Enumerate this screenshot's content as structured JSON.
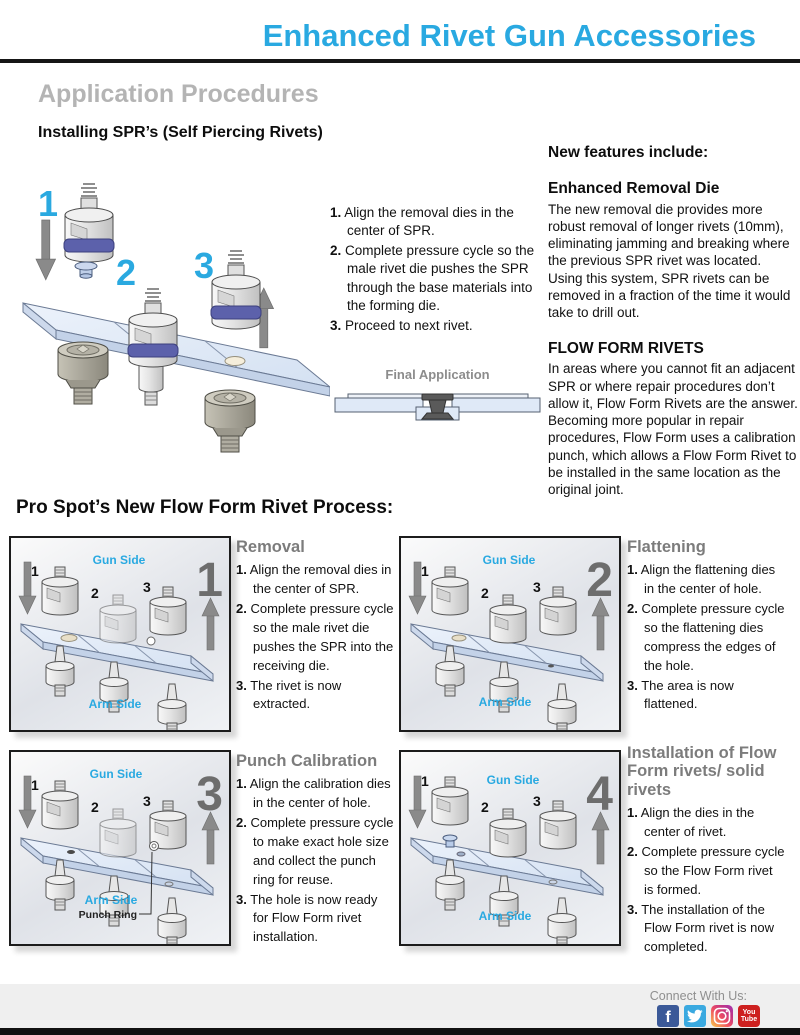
{
  "header": {
    "title": "Enhanced Rivet Gun Accessories"
  },
  "sections": {
    "application_procedures": "Application Procedures",
    "installing_spr": "Installing SPR’s (Self Piercing Rivets)",
    "process_heading": "Pro Spot’s New Flow Form Rivet Process:"
  },
  "spr_diagram": {
    "die_labels": [
      "1",
      "2",
      "3"
    ],
    "final_application": "Final Application"
  },
  "spr_steps": [
    {
      "n": "1.",
      "t": "Align the removal dies in the center of SPR."
    },
    {
      "n": "2.",
      "t": "Complete pressure cycle so the male rivet die pushes the SPR through the base materials into the forming die."
    },
    {
      "n": "3.",
      "t": "Proceed to next rivet."
    }
  ],
  "features": {
    "heading": "New features include:",
    "enhanced_removal": {
      "title": "Enhanced Removal Die",
      "body": "The new removal die provides more robust removal of longer rivets (10mm), eliminating jamming and breaking where the previous SPR rivet was located. Using this system, SPR rivets can be removed in a fraction of the time it would take to drill out."
    },
    "flow_form": {
      "title": "FLOW FORM RIVETS",
      "body": "In areas where you cannot fit an adjacent SPR or where repair procedures don’t allow it, Flow Form Rivets are the answer. Becoming more popular in repair procedures, Flow Form uses a calibration punch, which allows a Flow Form Rivet to be installed in the same location as the original joint."
    }
  },
  "panel_common": {
    "gun_side": "Gun Side",
    "arm_side": "Arm Side",
    "die_labels": [
      "1",
      "2",
      "3"
    ]
  },
  "panels": [
    {
      "number": "1",
      "title": "Removal",
      "steps": [
        {
          "n": "1.",
          "t": "Align the removal dies in the center of SPR."
        },
        {
          "n": "2.",
          "t": "Complete pressure cycle so the male rivet die pushes the SPR into the receiving die."
        },
        {
          "n": "3.",
          "t": "The rivet is now extracted."
        }
      ]
    },
    {
      "number": "2",
      "title": "Flattening",
      "steps": [
        {
          "n": "1.",
          "t": "Align the flattening dies in the center of hole."
        },
        {
          "n": "2.",
          "t": "Complete pressure cycle so the flattening dies compress the edges of the hole."
        },
        {
          "n": "3.",
          "t": "The area is now flattened."
        }
      ]
    },
    {
      "number": "3",
      "title": "Punch Calibration",
      "punch_ring_label": "Punch Ring",
      "steps": [
        {
          "n": "1.",
          "t": "Align the calibration dies in the center of hole."
        },
        {
          "n": "2.",
          "t": "Complete pressure cycle to make exact hole size and collect the punch ring for reuse."
        },
        {
          "n": "3.",
          "t": "The hole is now ready for Flow Form rivet installation."
        }
      ]
    },
    {
      "number": "4",
      "title": "Installation of Flow Form rivets/ solid rivets",
      "steps": [
        {
          "n": "1.",
          "t": "Align the dies in the center of rivet."
        },
        {
          "n": "2.",
          "t": "Complete pressure cycle so the Flow Form rivet is formed."
        },
        {
          "n": "3.",
          "t": "The installation of the Flow Form rivet is now completed."
        }
      ]
    }
  ],
  "footer": {
    "connect_label": "Connect With Us:",
    "facebook_glyph": "f",
    "youtube_line1": "You",
    "youtube_line2": "Tube"
  },
  "colors": {
    "accent_cyan": "#29a9e1",
    "die_band_purple": "#5c61ab",
    "plate_blue": "#dfe9f7",
    "panel_number_gray": "#6d6d6d",
    "facebook_blue": "#3b5998",
    "twitter_blue": "#3aa9e0",
    "youtube_red": "#cd201f",
    "instagram_gradient": [
      "#f7c948",
      "#ef4e63",
      "#a234b5"
    ]
  }
}
